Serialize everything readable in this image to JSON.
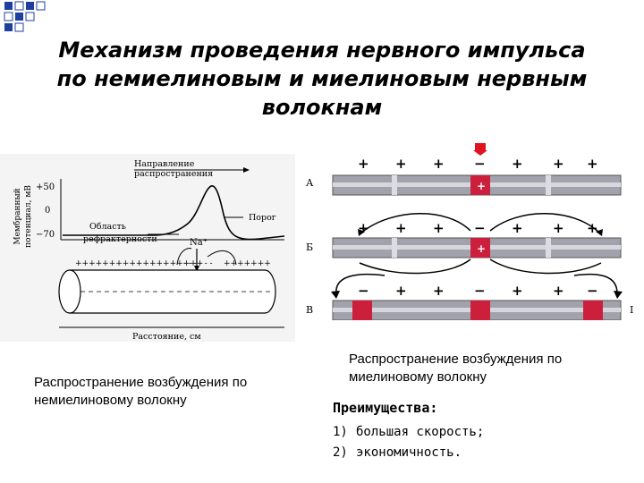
{
  "title": {
    "line1": "Механизм проведения нервного импульса",
    "line2": "по немиелиновым и миелиновым нервным",
    "line3": "волокнам"
  },
  "left_figure": {
    "y_axis_label_line1": "Мембранный",
    "y_axis_label_line2": "потенциал, мВ",
    "tick_plus50": "+50",
    "tick_0": "0",
    "tick_minus70": "−70",
    "direction_label_line1": "Направление",
    "direction_label_line2": "распространения",
    "threshold_label": "Порог",
    "refractory_label_line1": "Область",
    "refractory_label_line2": "рефрактерности",
    "sodium_label": "Na⁺",
    "x_axis_label": "Расстояние, см",
    "plus_top": "+++++++++++++++++++",
    "minus_top": "- - - - - -",
    "plus_top_right": "+++++++",
    "plus_under": "+++++",
    "minus_under": "- - - -"
  },
  "right_figure": {
    "row_labels": [
      "А",
      "Б",
      "В"
    ],
    "right_edge_mark": "I"
  },
  "captions": {
    "left_line1": "Распространение возбуждения по",
    "left_line2": "немиелиновому волокну",
    "right_line1": "Распространение возбуждения по",
    "right_line2": "миелиновому волокну"
  },
  "advantages": {
    "title": "Преимущества:",
    "items": [
      {
        "num": "1)",
        "text": "большая скорость;"
      },
      {
        "num": "2)",
        "text": "экономичность."
      }
    ]
  },
  "colors": {
    "deco_blue": "#1f3f9f",
    "axon_gray": "#9e9ea8",
    "node_red": "#cc1f3c",
    "marker_red": "#e0141e"
  }
}
